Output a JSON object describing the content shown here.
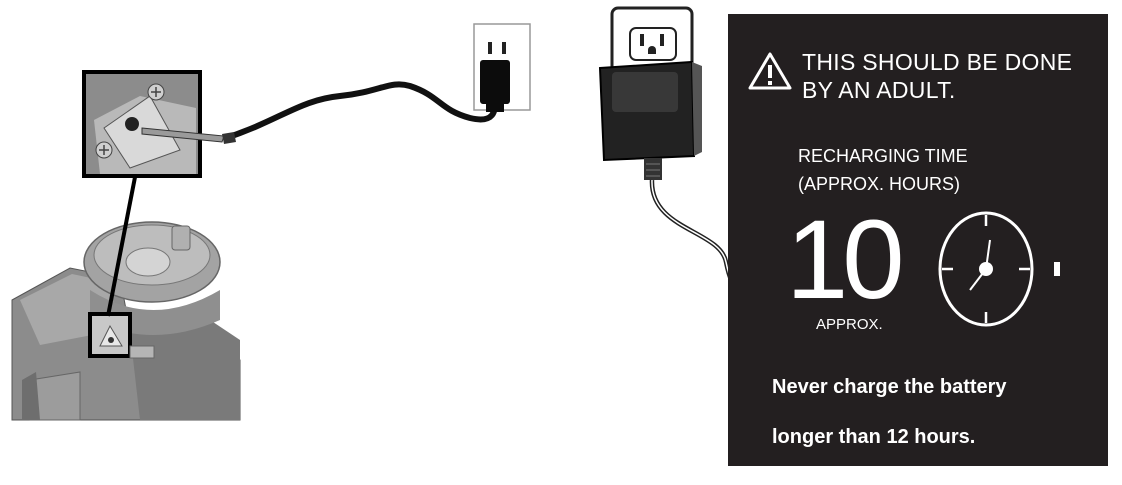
{
  "warning": {
    "line1": "THIS SHOULD BE DONE",
    "line2": "BY AN ADULT.",
    "icon": "warning-triangle-icon"
  },
  "recharge": {
    "label_line1": "RECHARGING TIME",
    "label_line2": "(APPROX. HOURS)",
    "hours": "10",
    "approx": "APPROX."
  },
  "note": {
    "line1": "Never charge the battery",
    "line2": "longer than 12 hours."
  },
  "colors": {
    "panel": "#231f20",
    "text": "#ffffff",
    "vehicle": "#9a9a9a",
    "cable": "#111111"
  }
}
